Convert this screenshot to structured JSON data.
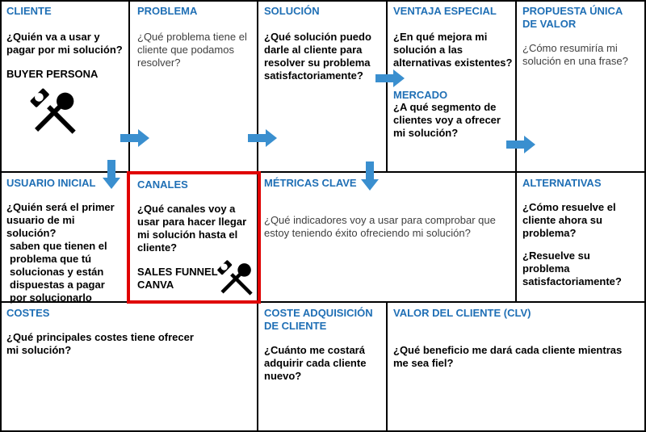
{
  "cells": {
    "cliente": {
      "title": "CLIENTE",
      "q": "¿Quién va a usar y pagar por mi solución?",
      "label": "BUYER PERSONA",
      "icon": "hammer-wrench-icon"
    },
    "problema": {
      "title": "PROBLEMA",
      "q": "¿Qué problema tiene el cliente que podamos resolver?"
    },
    "solucion": {
      "title": "SOLUCIÓN",
      "q": "¿Qué solución puedo darle al cliente para resolver su problema satisfactoriamente?"
    },
    "ventaja": {
      "title": "VENTAJA ESPECIAL",
      "q": "¿En qué mejora mi solución a las alternativas existentes?"
    },
    "mercado": {
      "title": "MERCADO",
      "q": "¿A qué segmento de clientes voy a ofrecer mi solución?"
    },
    "propuesta": {
      "title": "PROPUESTA ÚNICA DE VALOR",
      "q": "¿Cómo resumiría mi solución en una frase?"
    },
    "usuario": {
      "title": "USUARIO INICIAL",
      "q": "¿Quién será el primer usuario de mi solución?",
      "q2": "saben que tienen el problema que tú solucionas y están dispuestas a pagar por solucionarlo"
    },
    "canales": {
      "title": "CANALES",
      "q": "¿Qué canales voy a usar para hacer llegar mi solución hasta el cliente?",
      "label1": "SALES FUNNEL",
      "label2": "CANVA",
      "icon": "hammer-wrench-icon"
    },
    "metricas": {
      "title": "MÉTRICAS CLAVE",
      "q": "¿Qué indicadores voy a usar para comprobar que estoy teniendo éxito ofreciendo mi solución?"
    },
    "alternativas": {
      "title": "ALTERNATIVAS",
      "q": "¿Cómo resuelve el cliente ahora su problema?",
      "q2": "¿Resuelve su problema satisfactoriamente?"
    },
    "costes": {
      "title": "COSTES",
      "q": "¿Qué principales costes tiene ofrecer mi solución?"
    },
    "adquisicion": {
      "title": "COSTE ADQUISICIÓN DE CLIENTE",
      "q": "¿Cuánto me costará adquirir cada cliente nuevo?"
    },
    "clv": {
      "title": "VALOR DEL CLIENTE (CLV)",
      "q": "¿Qué beneficio me dará cada cliente mientras me sea fiel?"
    }
  },
  "colors": {
    "title": "#1f6fb5",
    "arrow": "#3a8fcf",
    "highlight": "#e00000"
  }
}
